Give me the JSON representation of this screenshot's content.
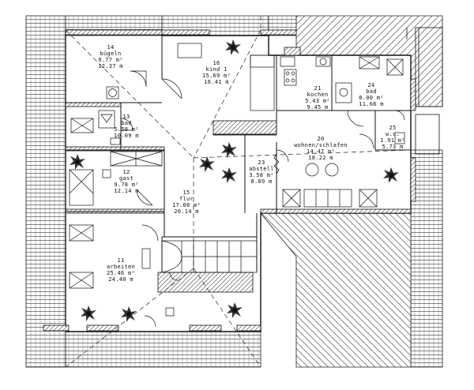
{
  "rooms": [
    {
      "id": "14",
      "name": "bügeln",
      "area": "9.77 m²",
      "perimeter": "12.37 m"
    },
    {
      "id": "16",
      "name": "kind 1",
      "area": "15.69 m²",
      "perimeter": "16.41 m"
    },
    {
      "id": "13",
      "name": "bad",
      "area": "5.58 m²",
      "perimeter": "10.09 m"
    },
    {
      "id": "21",
      "name": "kochen",
      "area": "5.43 m²",
      "perimeter": "9.45 m"
    },
    {
      "id": "24",
      "name": "bad",
      "area": "8.00 m²",
      "perimeter": "11.66 m"
    },
    {
      "id": "25",
      "name": "w.c.",
      "area": "1.91 m²",
      "perimeter": "5.73 m"
    },
    {
      "id": "20",
      "name": "wohnen/schlafen",
      "area": "14.47 m²",
      "perimeter": "18.22 m"
    },
    {
      "id": "23",
      "name": "abstell",
      "area": "3.58 m²",
      "perimeter": "8.09 m"
    },
    {
      "id": "12",
      "name": "gast",
      "area": "9.78 m²",
      "perimeter": "12.14 m"
    },
    {
      "id": "15",
      "name": "flur",
      "area": "17.08 m²",
      "perimeter": "20.14 m"
    },
    {
      "id": "11",
      "name": "arbeiten",
      "area": "25.46 m²",
      "perimeter": "24.40 m"
    }
  ]
}
